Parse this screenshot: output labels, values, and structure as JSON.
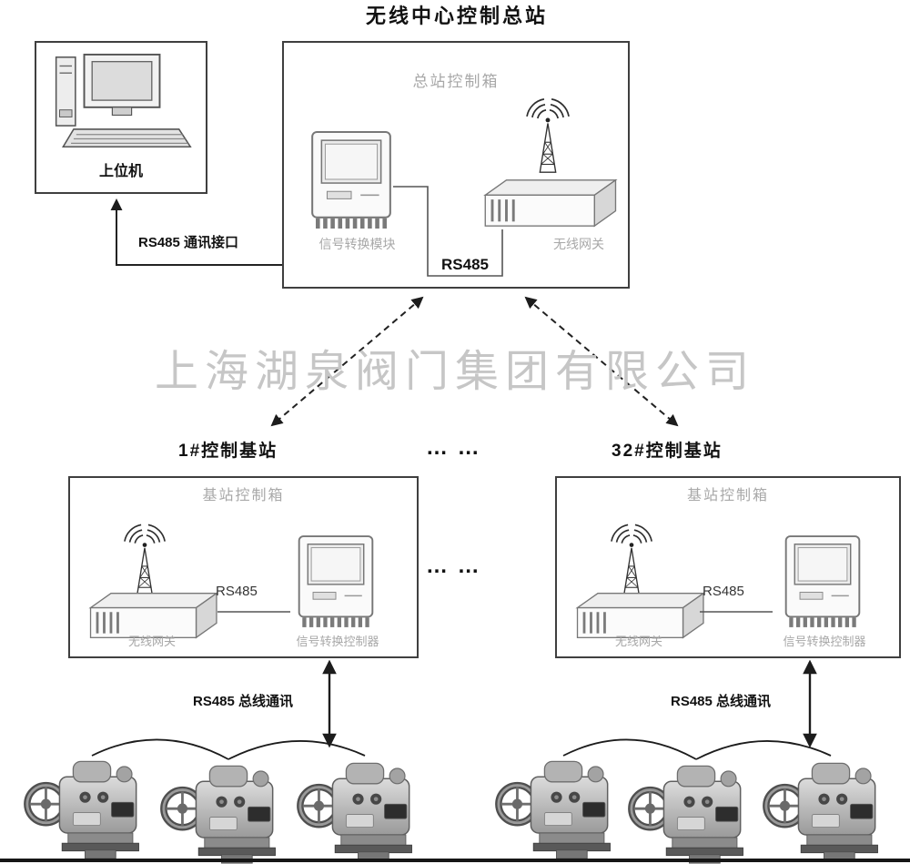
{
  "title": "无线中心控制总站",
  "watermark": "上海湖泉阀门集团有限公司",
  "host": {
    "label": "上位机"
  },
  "master": {
    "box_label": "总站控制箱",
    "module_label": "信号转换模块",
    "gateway_label": "无线网关",
    "rs485_label": "RS485",
    "interface_label": "RS485 通讯接口"
  },
  "ellipsis": {
    "top": "… …",
    "middle": "… …"
  },
  "stations": [
    {
      "title": "1#控制基站",
      "box_label": "基站控制箱",
      "gateway_label": "无线网关",
      "rs485_label": "RS485",
      "controller_label": "信号转换控制器",
      "bus_label": "RS485 总线通讯"
    },
    {
      "title": "32#控制基站",
      "box_label": "基站控制箱",
      "gateway_label": "无线网关",
      "rs485_label": "RS485",
      "controller_label": "信号转换控制器",
      "bus_label": "RS485 总线通讯"
    }
  ]
}
